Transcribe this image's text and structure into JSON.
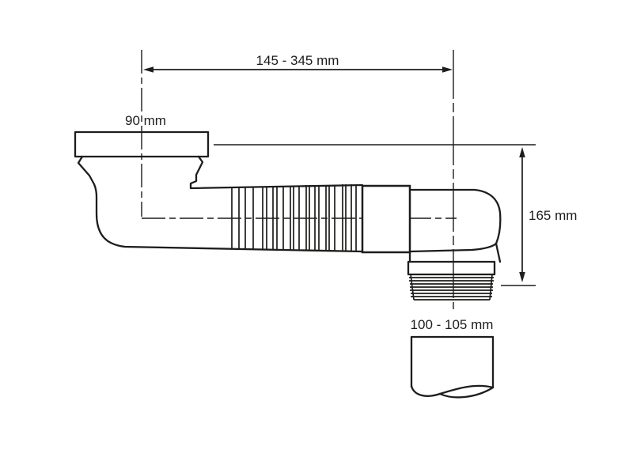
{
  "colors": {
    "background": "#ffffff",
    "line": "#1d1d1b"
  },
  "diagram": {
    "dimension_top": "145 - 345 mm",
    "dimension_inlet": "90 mm",
    "dimension_height": "165 mm",
    "dimension_outlet": "100 - 105 mm"
  }
}
